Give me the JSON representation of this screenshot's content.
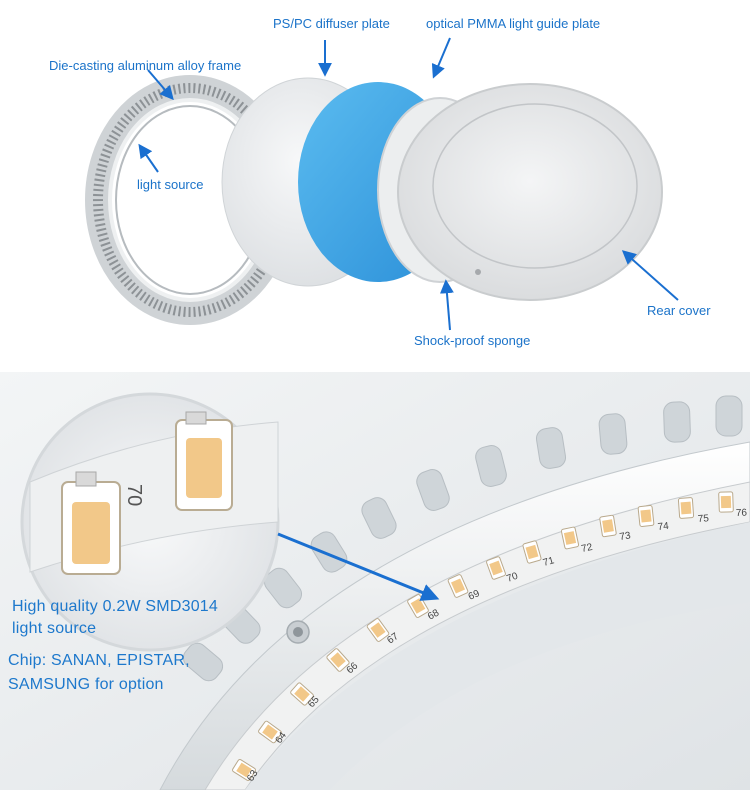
{
  "exploded_view": {
    "labels": {
      "frame": "Die-casting aluminum alloy frame",
      "diffuser": "PS/PC diffuser plate",
      "light_guide": "optical PMMA light guide plate",
      "light_source": "light source",
      "rear_cover": "Rear cover",
      "sponge": "Shock-proof sponge"
    }
  },
  "closeup": {
    "feature_line_1": "High quality 0.2W SMD3014",
    "feature_line_2": "light source",
    "chip_line_1": "Chip: SANAN, EPISTAR,",
    "chip_line_2": "SAMSUNG for option",
    "magnified_led_number": "70",
    "led_numbers": [
      "63",
      "64",
      "65",
      "66",
      "67",
      "68",
      "69",
      "70",
      "71",
      "72",
      "73",
      "74",
      "75",
      "76"
    ]
  },
  "colors": {
    "label_blue": "#1b73c9",
    "arrow_blue": "#1a6fd0",
    "light_guide_blue": "#3aa6e6",
    "led_warm": "#f2c889"
  }
}
